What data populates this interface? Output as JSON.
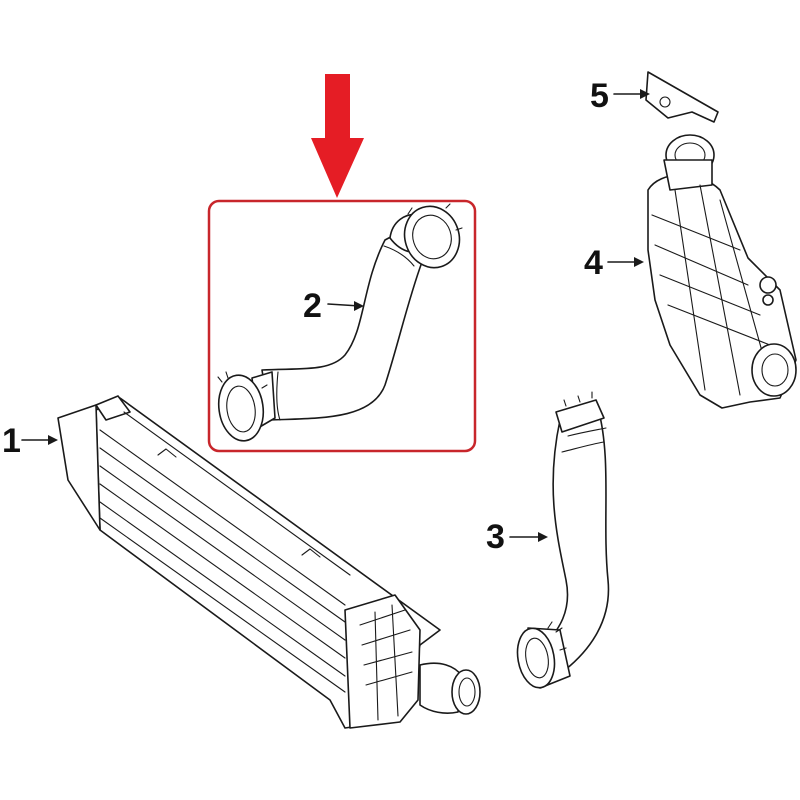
{
  "callouts": {
    "part1": "1",
    "part2": "2",
    "part3": "3",
    "part4": "4",
    "part5": "5"
  },
  "colors": {
    "highlight_hose": "#22ee33",
    "highlight_box": "#c8262b",
    "indicator_arrow": "#e51d25",
    "linework": "#1a1a1a",
    "background": "#ffffff"
  },
  "icons": {
    "indicator": "down-arrow-icon"
  }
}
